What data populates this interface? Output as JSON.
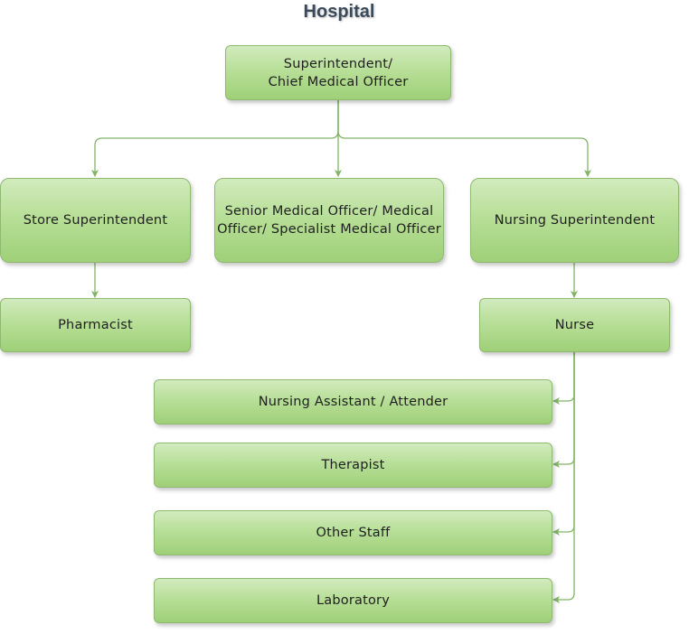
{
  "title": "Hospital",
  "nodes": {
    "superintendent": "Superintendent/\nChief Medical Officer",
    "store_superintendent": "Store Superintendent",
    "senior_medical_officer": "Senior Medical Officer/ Medical\nOfficer/ Specialist Medical Officer",
    "nursing_superintendent": "Nursing Superintendent",
    "pharmacist": "Pharmacist",
    "nurse": "Nurse",
    "nursing_assistant": "Nursing Assistant / Attender",
    "therapist": "Therapist",
    "other_staff": "Other Staff",
    "laboratory": "Laboratory"
  },
  "colors": {
    "node_fill_top": "#d2ebbe",
    "node_fill_bottom": "#9fd078",
    "node_border": "#8fb870",
    "connector": "#82b366",
    "title": "#3b4a5a"
  }
}
